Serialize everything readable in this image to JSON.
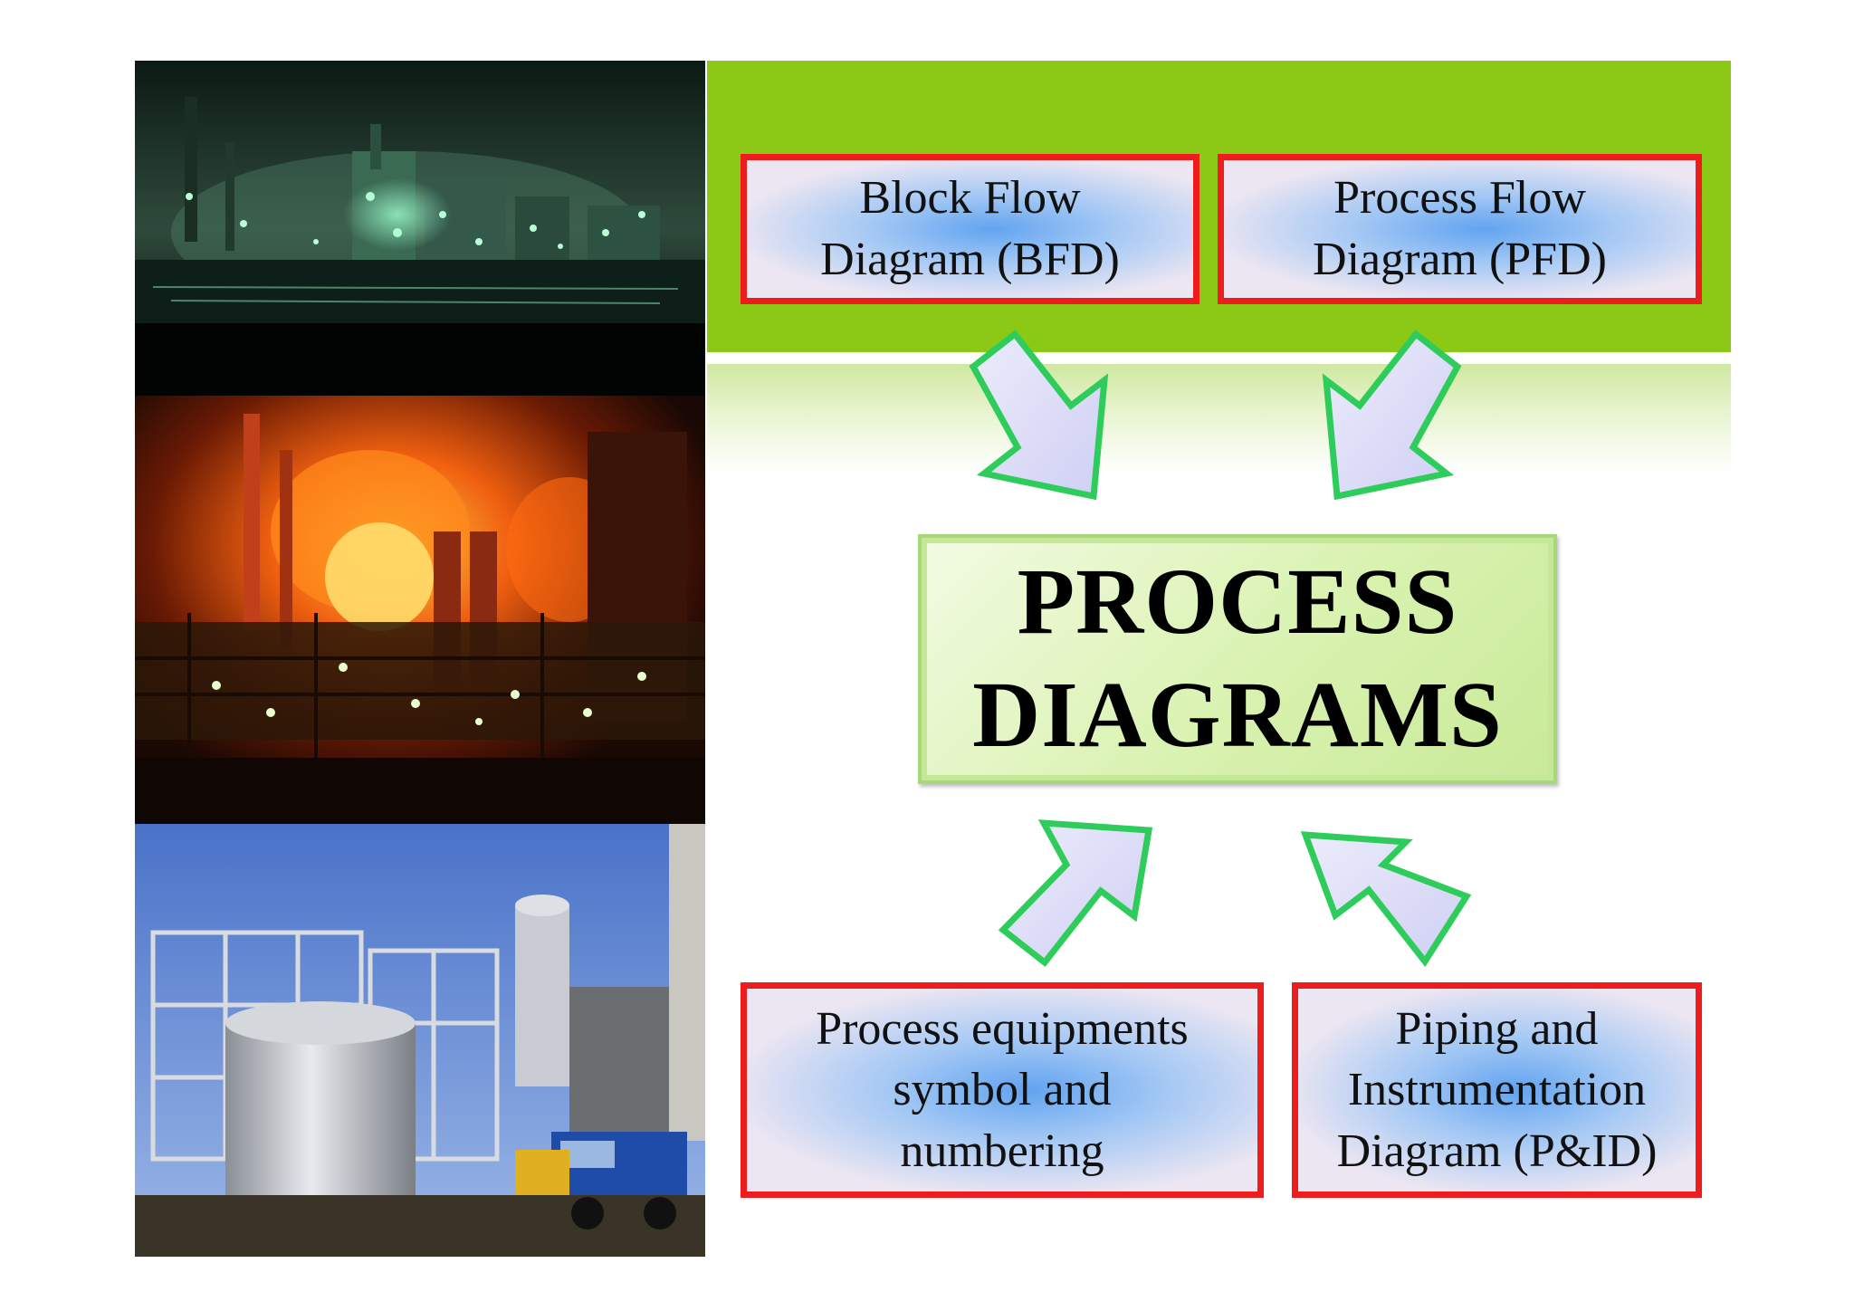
{
  "boxes": {
    "bfd": {
      "line1": "Block Flow",
      "line2": "Diagram (BFD)"
    },
    "pfd": {
      "line1": "Process Flow",
      "line2": "Diagram (PFD)"
    },
    "equipment": {
      "line1": "Process equipments",
      "line2": "symbol and",
      "line3": "numbering"
    },
    "pid": {
      "line1": "Piping and",
      "line2": "Instrumentation",
      "line3": "Diagram (P&ID)"
    }
  },
  "center": {
    "line1": "PROCESS",
    "line2": "DIAGRAMS"
  },
  "colors": {
    "green_band": "#8cc816",
    "box_border": "#ee1c1c",
    "box_fill_center": "#5aa0f0",
    "arrow_fill": "#dcdcf8",
    "arrow_outline": "#2ecc5a",
    "center_fill": "#d9f2b0"
  },
  "photos": [
    "refinery-at-night",
    "refinery-fire",
    "plant-construction-site"
  ]
}
